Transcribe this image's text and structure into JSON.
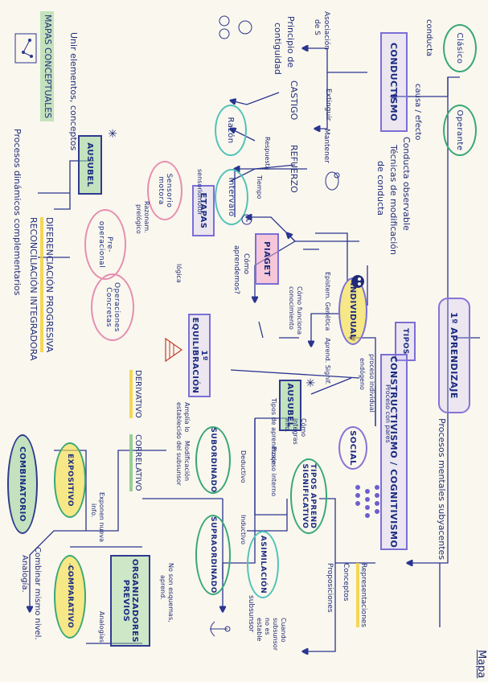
{
  "page": {
    "title": "Mapa",
    "root": "1º APRENDIZAJE",
    "types_label": "TIPOS",
    "conductismo": {
      "label": "CONDUCTISMO",
      "desc": [
        "Conducta observable",
        "Técnicas de modificación",
        "de conducta"
      ],
      "clasico": "Clásico",
      "operante": "Operante",
      "conducta_label": "conducta",
      "causa_efecto": "causa / efecto",
      "principio": [
        "Principio de",
        "contiguidad"
      ],
      "asociacion": [
        "Asociación",
        "de S"
      ],
      "castigo": "CASTIGO",
      "refuerzo": "REFUERZO",
      "extinguir": "Extinguir",
      "mantener": "Mantener",
      "razon": "Razón",
      "intervalo": "Intervalo",
      "respuesta": "Respuesta",
      "tiempo": "Tiempo"
    },
    "constructivismo": {
      "label": "CONSTRUCTIVISMO / COGNITIVISMO",
      "procesos": "Procesos mentales subyacentes",
      "individual": "INDIVIDUAL",
      "social": "SOCIAL",
      "proceso_individual": [
        "proceso individual",
        "endógeno"
      ],
      "proceso_pares": "Proceso con pares",
      "epistem": "Epistem. Genética",
      "apren_signif": "Aprend. Signif."
    },
    "piaget": {
      "label": "PIAGET",
      "como_aprendemos": [
        "Cómo",
        "aprendemos?"
      ],
      "como_funciona": [
        "Cómo funciona",
        "conocimiento"
      ],
      "etapas": "ETAPAS",
      "sensorio": [
        "Sensorio",
        "motora"
      ],
      "sensoriomotor": "sensoriomotor",
      "pre_operacional": [
        "Pre-",
        "operacional"
      ],
      "razonam": [
        "Razonam.",
        "prelógico"
      ],
      "logica": "lógica",
      "operaciones_concretas": [
        "Operaciones",
        "Concretas"
      ],
      "equilibracion": "1º EQUILIBRACIÓN"
    },
    "ausubel": {
      "label": "AUSUBEL",
      "tipos_aprendizaje": "Tipos de aprendizaje",
      "como_integras": [
        "Cómo",
        "integras",
        "info."
      ],
      "proceso_interno": "Proceso interno",
      "tipos_aprend_signif": [
        "TIPOS APREND",
        "SIGNIFICATIVO"
      ],
      "representaciones": "Representaciones",
      "conceptos": "Conceptos",
      "proposiciones": "Proposiciones",
      "asimilacion": "ASIMILACIÓN",
      "subsunsor": "subsunsor",
      "cuando_subsunsor": [
        "Cuando",
        "subsunsor",
        "no es",
        "estable"
      ],
      "deductivo": "Deductivo",
      "inductivo": "Inductivo",
      "subordinado": "SUBORDINADO",
      "supraordinado": "SUPRAORDINADO",
      "derivativo": "DERIVATIVO",
      "correlativo": "CORRELATIVO",
      "amplia": [
        "Amplía lo",
        "establecido"
      ],
      "modificacion": [
        "Modificación",
        "del subsunsor"
      ],
      "organizadores": [
        "ORGANIZADORES",
        "PREVIOS"
      ],
      "no_son": [
        "No son esquemas,",
        "aprend."
      ],
      "expositivo": "EXPOSITIVO",
      "comparativo": "COMPARATIVO",
      "exponen": [
        "Exponen nueva",
        "info."
      ],
      "analogias": "Analogías",
      "combinatorio": "COMBINATORIO",
      "combinar": [
        "Combinar mismo nivel.",
        "Analogía."
      ]
    },
    "left": {
      "ausubel": "AUSUBEL",
      "mapas": "MAPAS CONCEPTUALES",
      "unir": "Unir elementos, conceptos",
      "diferenciacion": "DIFERENCIACIÓN PROGRESIVA",
      "reconciliacion": "RECONCILIACIÓN INTEGRADORA",
      "procesos": "Procesos dinámicos complementarios"
    },
    "colors": {
      "ink": "#1f2b78",
      "violet": "#8673d6",
      "green": "#38a875",
      "teal": "#52c3b8",
      "pink": "#e58fb0",
      "yellow": "#f0d23c"
    }
  }
}
